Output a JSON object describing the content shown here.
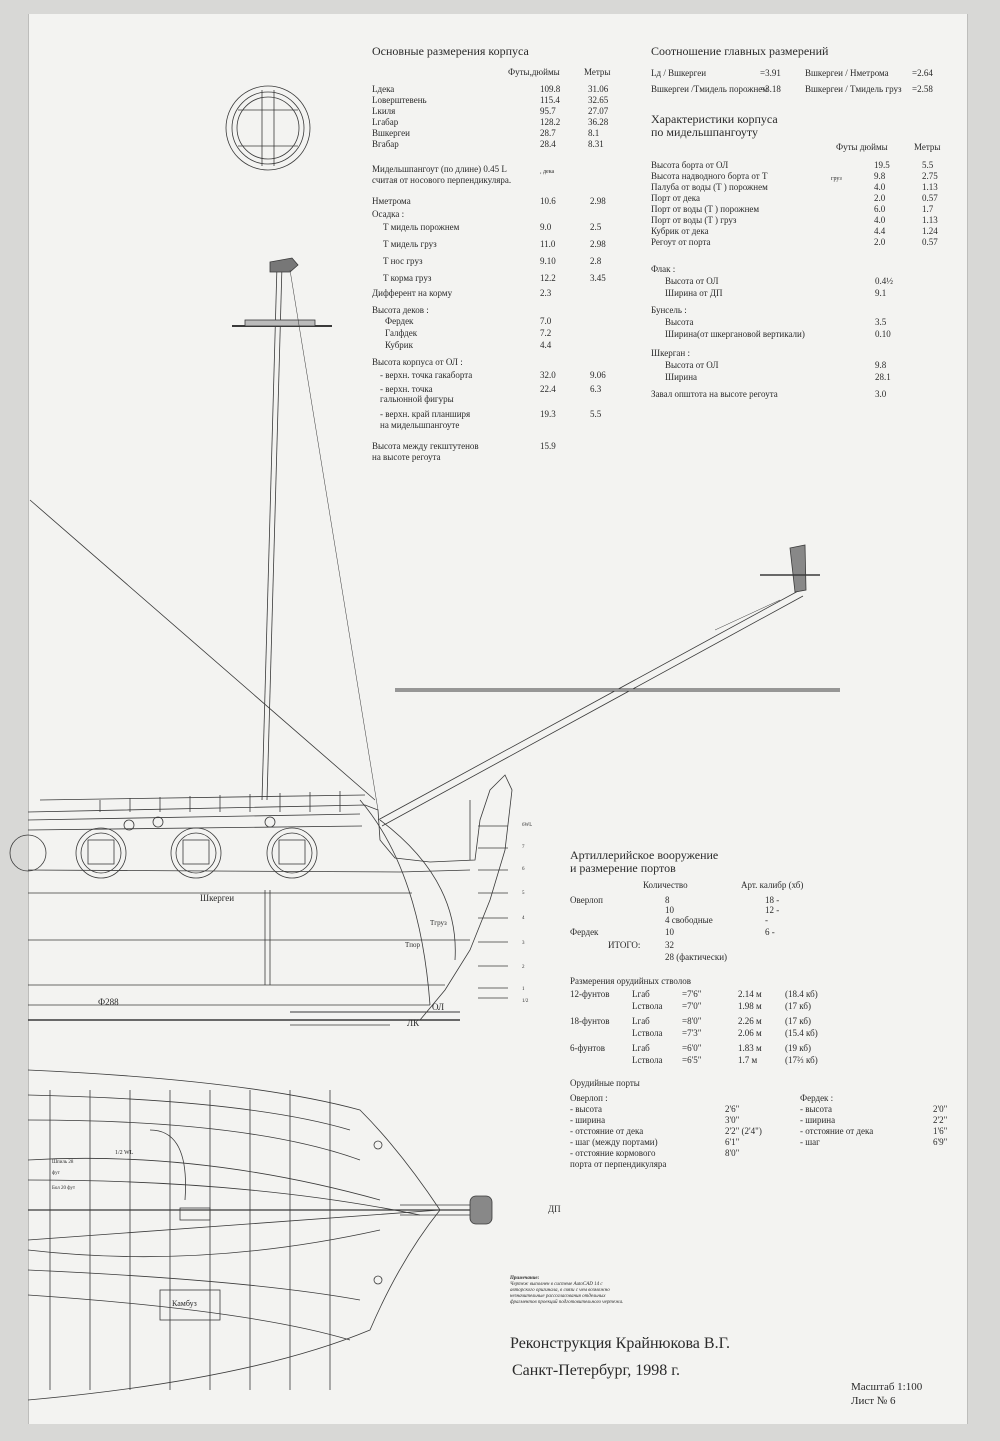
{
  "main_dimensions": {
    "title": "Основные размерения корпуса",
    "col_feet": "Футы,дюймы",
    "col_m": "Метры",
    "rows": [
      {
        "label": "Lдека",
        "ft": "109.8",
        "m": "31.06"
      },
      {
        "label": "Lоверштевень",
        "ft": "115.4",
        "m": "32.65"
      },
      {
        "label": "Lкиля",
        "ft": "95.7",
        "m": "27.07"
      },
      {
        "label": "Lгабар",
        "ft": "128.2",
        "m": "36.28"
      },
      {
        "label": "Bшкергеи",
        "ft": "28.7",
        "m": "8.1"
      },
      {
        "label": "Bгабар",
        "ft": "28.4",
        "m": "8.31"
      }
    ],
    "midship_note_1": "Мидельшпангоут (по длине) 0.45 L",
    "midship_note_sub": ", дека",
    "midship_note_2": "считая от носового перпендикуляра.",
    "h_label": "Hметрома",
    "h_ft": "10.6",
    "h_m": "2.98",
    "draft_title": "Осадка :",
    "drafts": [
      {
        "label": "T мидель порожнем",
        "ft": "9.0",
        "m": "2.5"
      },
      {
        "label": "T мидель груз",
        "ft": "11.0",
        "m": "2.98"
      },
      {
        "label": "T нос груз",
        "ft": "9.10",
        "m": "2.8"
      },
      {
        "label": "T корма груз",
        "ft": "12.2",
        "m": "3.45"
      }
    ],
    "trim_label": "Дифферент      на корму",
    "trim_ft": "2.3",
    "decks_title": "Высота деков :",
    "decks": [
      {
        "label": "Фердек",
        "ft": "7.0"
      },
      {
        "label": "Галфдек",
        "ft": "7.2"
      },
      {
        "label": "Кубрик",
        "ft": "4.4"
      }
    ],
    "hull_height_title": "Высота корпуса от ОЛ :",
    "hull_heights": [
      {
        "label": "- верхн. точка       гакаборта",
        "ft": "32.0",
        "m": "9.06"
      },
      {
        "label": "- верхн. точка",
        "label2": "  гальюнной фигуры",
        "ft": "22.4",
        "m": "6.3"
      },
      {
        "label": "- верхн. край планширя",
        "label2": "  на мидельшпангоуте",
        "ft": "19.3",
        "m": "5.5"
      }
    ],
    "between_1": "Высота между гекштутенов",
    "between_2": "на высоте регоута",
    "between_ft": "15.9"
  },
  "ratios": {
    "title": "Соотношение главных размерений",
    "items": [
      {
        "left": "Lд  /  Bшкергеи",
        "lv": "=3.91",
        "right": "Bшкергеи  /  Hметрома",
        "rv": "=2.64"
      },
      {
        "left": "Bшкергеи  /Tмидель порожнем",
        "lv": "=3.18",
        "right": "Bшкергеи  /  Tмидель груз",
        "rv": "=2.58"
      }
    ]
  },
  "midship_chars": {
    "title_1": "Характеристики корпуса",
    "title_2": "по мидельшпангоуту",
    "col_feet": "Футы дюймы",
    "col_m": "Метры",
    "rows": [
      {
        "label": "Высота борта от ОЛ",
        "ft": "19.5",
        "m": "5.5"
      },
      {
        "label": "Высота надводного борта от T",
        "sub": "груз",
        "ft": "9.8",
        "m": "2.75"
      },
      {
        "label": "Палуба от воды (T       ) порожнем",
        "ft": "4.0",
        "m": "1.13"
      },
      {
        "label": "Порт от дека",
        "ft": "2.0",
        "m": "0.57"
      },
      {
        "label": "Порт от воды (T       ) порожнем",
        "ft": "6.0",
        "m": "1.7"
      },
      {
        "label": "Порт от воды (T     )  груз",
        "ft": "4.0",
        "m": "1.13"
      },
      {
        "label": "Кубрик от дека",
        "ft": "4.4",
        "m": "1.24"
      },
      {
        "label": "Регоут от порта",
        "ft": "2.0",
        "m": "0.57"
      }
    ],
    "flag_title": "Флак :",
    "flag": [
      {
        "label": "Высота от ОЛ",
        "ft": "0.4½"
      },
      {
        "label": "Ширина от ДП",
        "ft": "9.1"
      }
    ],
    "buns_title": "Бунсель :",
    "buns": [
      {
        "label": "Высота",
        "ft": "3.5"
      },
      {
        "label": "Ширина(от шкергановой вертикали)",
        "ft": "0.10"
      }
    ],
    "shk_title": "Шкерган :",
    "shk": [
      {
        "label": "Высота от ОЛ",
        "ft": "9.8"
      },
      {
        "label": "Ширина",
        "ft": "28.1"
      }
    ],
    "zaval_label": "Завал општота на высоте регоута",
    "zaval_ft": "3.0"
  },
  "artillery": {
    "title_1": "Артиллерийское вооружение",
    "title_2": "и размерение портов",
    "col_qty": "Количество",
    "col_cal": "Арт. калибр (хб)",
    "overloop": "Оверлоп",
    "ov_rows": [
      {
        "q": "8",
        "c": "18 -"
      },
      {
        "q": "10",
        "c": "12 -"
      },
      {
        "q": "4  свободные",
        "c": "-"
      }
    ],
    "ferdek": "Фердек",
    "fd_q": "10",
    "fd_c": "6 -",
    "total_label": "ИТОГО:",
    "total_q": "32",
    "total_fact": "28 (фактически)",
    "barrels_title": "Размерения орудийных стволов",
    "barrels": [
      {
        "gun": "12-фунтов",
        "l1": "Lгаб",
        "v1": "=7'6\"",
        "m1": "2.14  м",
        "k1": "(18.4  кб)",
        "l2": "Lствола",
        "v2": "=7'0\"",
        "m2": "1.98  м",
        "k2": "(17    кб)"
      },
      {
        "gun": "18-фунтов",
        "l1": "Lгаб",
        "v1": "=8'0\"",
        "m1": "2.26  м",
        "k1": "(17    кб)",
        "l2": "Lствола",
        "v2": "=7'3\"",
        "m2": "2.06  м",
        "k2": "(15.4  кб)"
      },
      {
        "gun": "6-фунтов",
        "l1": "Lгаб",
        "v1": "=6'0\"",
        "m1": "1.83  м",
        "k1": "(19    кб)",
        "l2": "Lствола",
        "v2": "=6'5\"",
        "m2": "1.7    м",
        "k2": "(17⅔  кб)"
      }
    ],
    "ports_title": "Орудийные порты",
    "ports_ov_title": "Оверлоп :",
    "ports_ov": [
      {
        "label": "- высота",
        "v": "2'6\""
      },
      {
        "label": "- ширина",
        "v": "3'0\""
      },
      {
        "label": "- отстояние от дека",
        "v": "2'2\" (2'4\")"
      },
      {
        "label": "- шаг (между портами)",
        "v": "6'1\""
      },
      {
        "label": "- отстояние кормового",
        "v": "8'0\""
      },
      {
        "label": "   порта от перпендикуляра",
        "v": ""
      }
    ],
    "ports_fd_title": "Фердек :",
    "ports_fd": [
      {
        "label": "- высота",
        "v": "2'0\""
      },
      {
        "label": "- ширина",
        "v": "2'2\""
      },
      {
        "label": "- отстояние от дека",
        "v": "1'6\""
      },
      {
        "label": "- шаг",
        "v": "6'9\""
      }
    ]
  },
  "drawing_labels": {
    "shkergen": "Шкергеи",
    "f288": "Ф288",
    "ol": "ОЛ",
    "lk": "ЛК",
    "dp": "ДП",
    "kambuz": "Камбуз",
    "t_gruz": "Tгруз",
    "t_por": "Tпор",
    "half_wl": "1/2 WL",
    "shpil": "Шпиль 28 фут",
    "bol": "Бол 20 фут",
    "wl_ticks": [
      "6WL",
      "7",
      "6",
      "5",
      "4",
      "3",
      "2",
      "1",
      "1/2"
    ]
  },
  "note": {
    "title": "Примечание:",
    "lines": [
      "Чертеж выполнен в системе AutoCAD 14 с",
      "авторского оригинала, в связи с чем возможно",
      "незначительные рассогласования отдельных",
      "фрагментов проекций подготовительного чертежа."
    ]
  },
  "footer": {
    "author": "Реконструкция Крайнюкова В.Г.",
    "city": "Санкт-Петербург,  1998 г.",
    "scale": "Масштаб 1:100",
    "sheet": "Лист № 6"
  }
}
